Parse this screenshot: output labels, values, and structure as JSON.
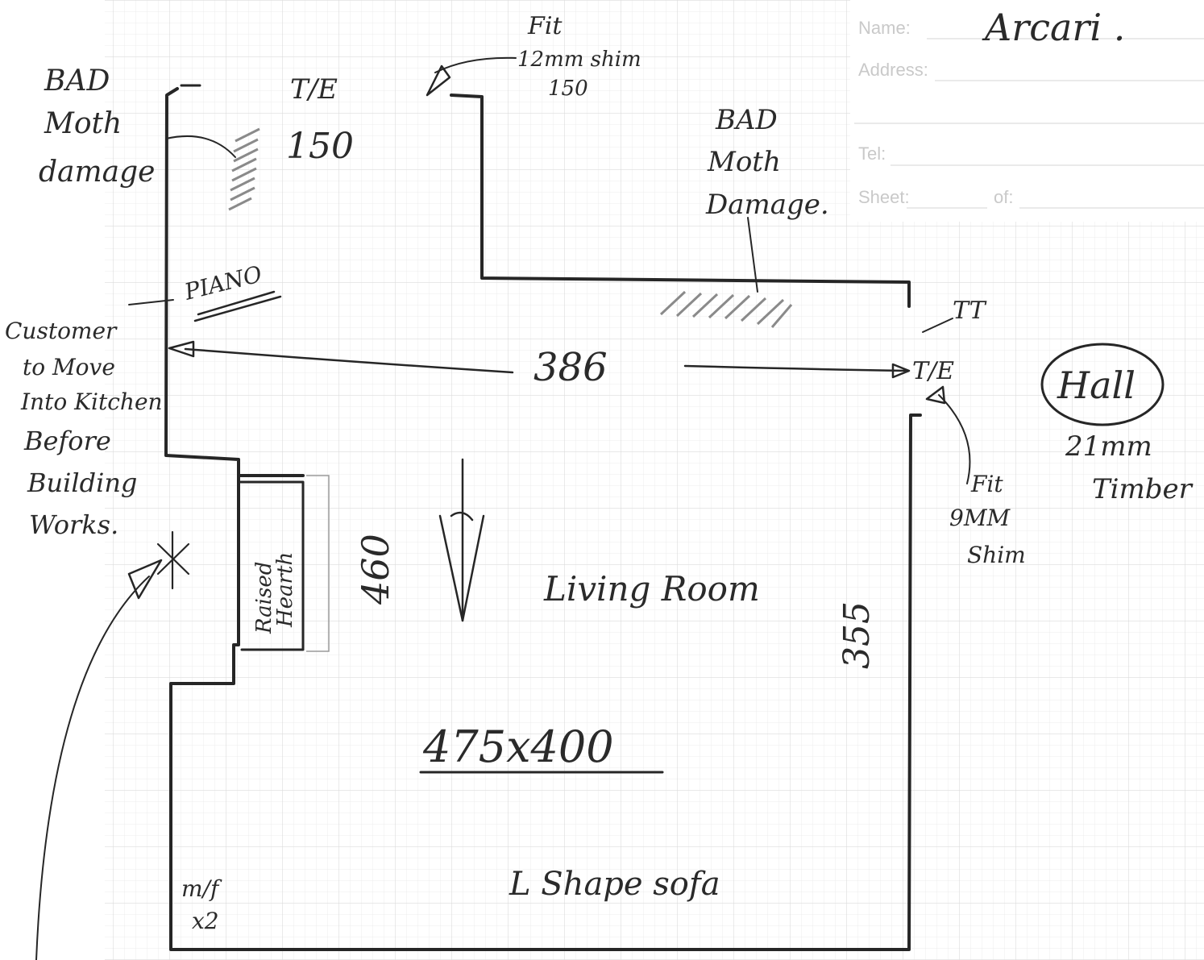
{
  "form": {
    "name_label": "Name:",
    "address_label": "Address:",
    "tel_label": "Tel:",
    "sheet_label": "Sheet:",
    "of_label": "of:",
    "customer_name": "Arcari ."
  },
  "room": {
    "name": "Living Room",
    "size": "475x400",
    "width": "386",
    "depth_right": "355",
    "hearth_depth": "460",
    "hearth_label_line1": "Raised",
    "hearth_label_line2": "Hearth",
    "sofa": "L Shape sofa",
    "matting": "m/f",
    "matting_qty": "x2"
  },
  "notes": {
    "bad_moth_left_1": "BAD",
    "bad_moth_left_2": "Moth",
    "bad_moth_left_3": "damage",
    "bad_moth_right_1": "BAD",
    "bad_moth_right_2": "Moth",
    "bad_moth_right_3": "Damage.",
    "te_top": "T/E",
    "te_top_size": "150",
    "fit_top_1": "Fit",
    "fit_top_2": "12mm shim",
    "fit_top_3": "150",
    "piano": "PIANO",
    "customer_1": "Customer",
    "customer_2": "to Move",
    "customer_3": "Into Kitchen",
    "customer_4": "Before",
    "customer_5": "Building",
    "customer_6": "Works.",
    "tt": "TT",
    "te_right": "T/E",
    "fit_right_1": "Fit",
    "fit_right_2": "9MM",
    "fit_right_3": "Shim",
    "hall": "Hall",
    "timber_1": "21mm",
    "timber_2": "Timber"
  },
  "colors": {
    "ink": "#262626",
    "grid": "#e6e6e6",
    "form_text": "#c9c9c9"
  }
}
